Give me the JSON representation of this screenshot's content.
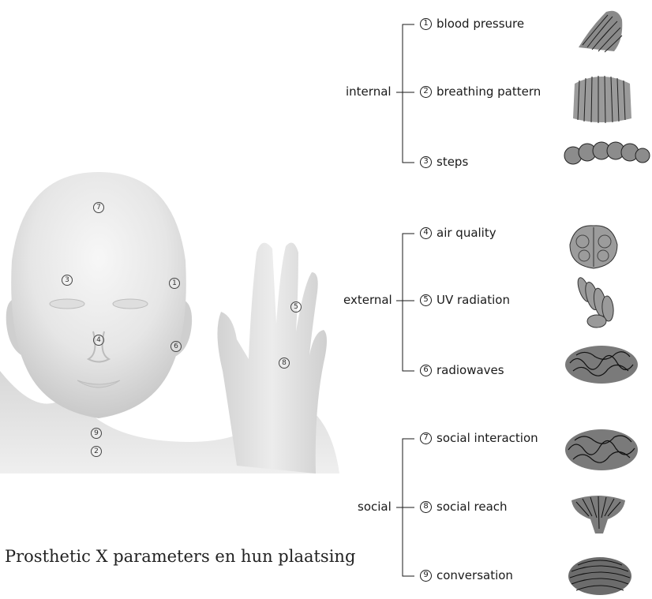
{
  "caption": "Prosthetic X parameters en hun plaatsing",
  "groups": [
    {
      "label": "internal",
      "items": [
        {
          "num": "1",
          "label": "blood pressure"
        },
        {
          "num": "2",
          "label": "breathing pattern"
        },
        {
          "num": "3",
          "label": "steps"
        }
      ]
    },
    {
      "label": "external",
      "items": [
        {
          "num": "4",
          "label": "air quality"
        },
        {
          "num": "5",
          "label": "UV radiation"
        },
        {
          "num": "6",
          "label": "radiowaves"
        }
      ]
    },
    {
      "label": "social",
      "items": [
        {
          "num": "7",
          "label": "social interaction"
        },
        {
          "num": "8",
          "label": "social reach"
        },
        {
          "num": "9",
          "label": "conversation"
        }
      ]
    }
  ],
  "markers": [
    "7",
    "3",
    "1",
    "4",
    "6",
    "9",
    "2",
    "5",
    "8"
  ]
}
